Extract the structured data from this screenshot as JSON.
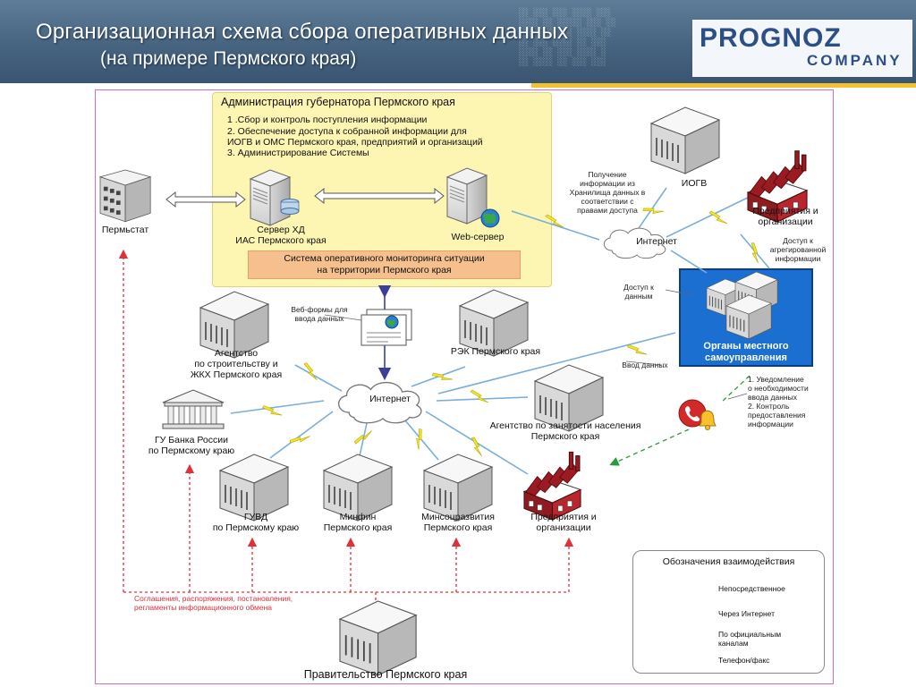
{
  "header": {
    "title": "Организационная схема сбора оперативных данных",
    "subtitle": "(на примере Пермского края)",
    "logo_main": "PROGNOZ",
    "logo_sub": "COMPANY"
  },
  "admin": {
    "title": "Администрация губернатора Пермского края",
    "items": [
      "1 .Сбор и контроль поступления информации",
      "2. Обеспечение доступа к собранной  информации для",
      "ИОГВ и ОМС Пермского края, предприятий и организаций",
      "3. Администрирование Системы"
    ],
    "server_label_1": "Сервер ХД",
    "server_label_2": "ИАС Пермского края",
    "web_label": "Web-сервер",
    "monitor_1": "Система оперативного мониторинга ситуации",
    "monitor_2": "на территории  Пермского края"
  },
  "nodes": {
    "permstat": "Пермьстат",
    "iogv": "ИОГВ",
    "ent_top_1": "Предприятия и",
    "ent_top_2": "организации",
    "internet_top": "Интернет",
    "internet_mid": "Интернет",
    "lsg_1": "Органы местного",
    "lsg_2": "самоуправления",
    "agency_build_1": "Агентство",
    "agency_build_2": "по строительству и",
    "agency_build_3": "ЖКХ Пермского края",
    "rek": "РЭК Пермского края",
    "employment_1": "Агентство по занятости населения",
    "employment_2": "Пермского края",
    "bank_1": "ГУ Банка России",
    "bank_2": "по Пермскому краю",
    "guvd_1": "ГУВД",
    "guvd_2": "по Пермскому краю",
    "minfin_1": "Минфин",
    "minfin_2": "Пермского края",
    "minsoc_1": "Минсоцразвития",
    "minsoc_2": "Пермского края",
    "ent_bot_1": "Предприятия и",
    "ent_bot_2": "организации",
    "government": "Правительство Пермского края"
  },
  "annotations": {
    "get_info": [
      "Получение",
      "информации из",
      "Хранилища данных в",
      "соответствии с",
      "правами доступа"
    ],
    "aggr": [
      "Доступ к",
      "агрегированной",
      "информации"
    ],
    "access": [
      "Доступ к",
      "данным"
    ],
    "webforms": [
      "Веб-формы для",
      "ввода данных"
    ],
    "input": "Ввод данных",
    "notify": [
      "1. Уведомление",
      "о необходимости",
      "ввода данных",
      "2. Контроль",
      "предоставления",
      "информации"
    ],
    "agreements": [
      "Соглашения, распоряжения, постановления,",
      "регламенты информационного обмена"
    ]
  },
  "legend": {
    "title": "Обозначения взаимодействия",
    "direct": "Непосредственное",
    "internet": "Через Интернет",
    "official_1": "По официальным",
    "official_2": "каналам",
    "phone": "Телефон/факс"
  },
  "colors": {
    "header_bg": "#46637f",
    "accent_yellow": "#f2c230",
    "admin_bg": "#fdf5b2",
    "monitor_bg": "#f6c08e",
    "lsg_bg": "#1b6fd1",
    "official_red": "#e0303a",
    "phone_green": "#2a9a3a",
    "frame_pink": "#d86cc4"
  },
  "icons": {
    "server": "server-icon",
    "building": "office-building-icon",
    "factory": "factory-icon",
    "cloud": "cloud-icon",
    "bank": "bank-icon",
    "phone": "phone-alarm-icon",
    "document": "web-form-document-icon",
    "lightning": "lightning-icon"
  }
}
